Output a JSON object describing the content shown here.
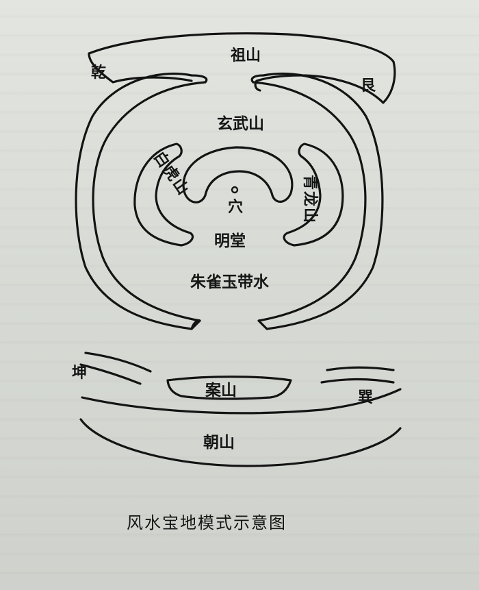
{
  "diagram": {
    "caption": "风水宝地模式示意图",
    "labels": {
      "qian": "乾",
      "zushan": "祖山",
      "gen": "艮",
      "xuanwushan": "玄武山",
      "baihushan": "白虎山",
      "qinglongshan": "青龙山",
      "xue": "穴",
      "mingtang": "明堂",
      "zhuque_yudaishui": "朱雀玉带水",
      "kun": "坤",
      "anshan": "案山",
      "xun": "巽",
      "chaoshan": "朝山"
    }
  }
}
